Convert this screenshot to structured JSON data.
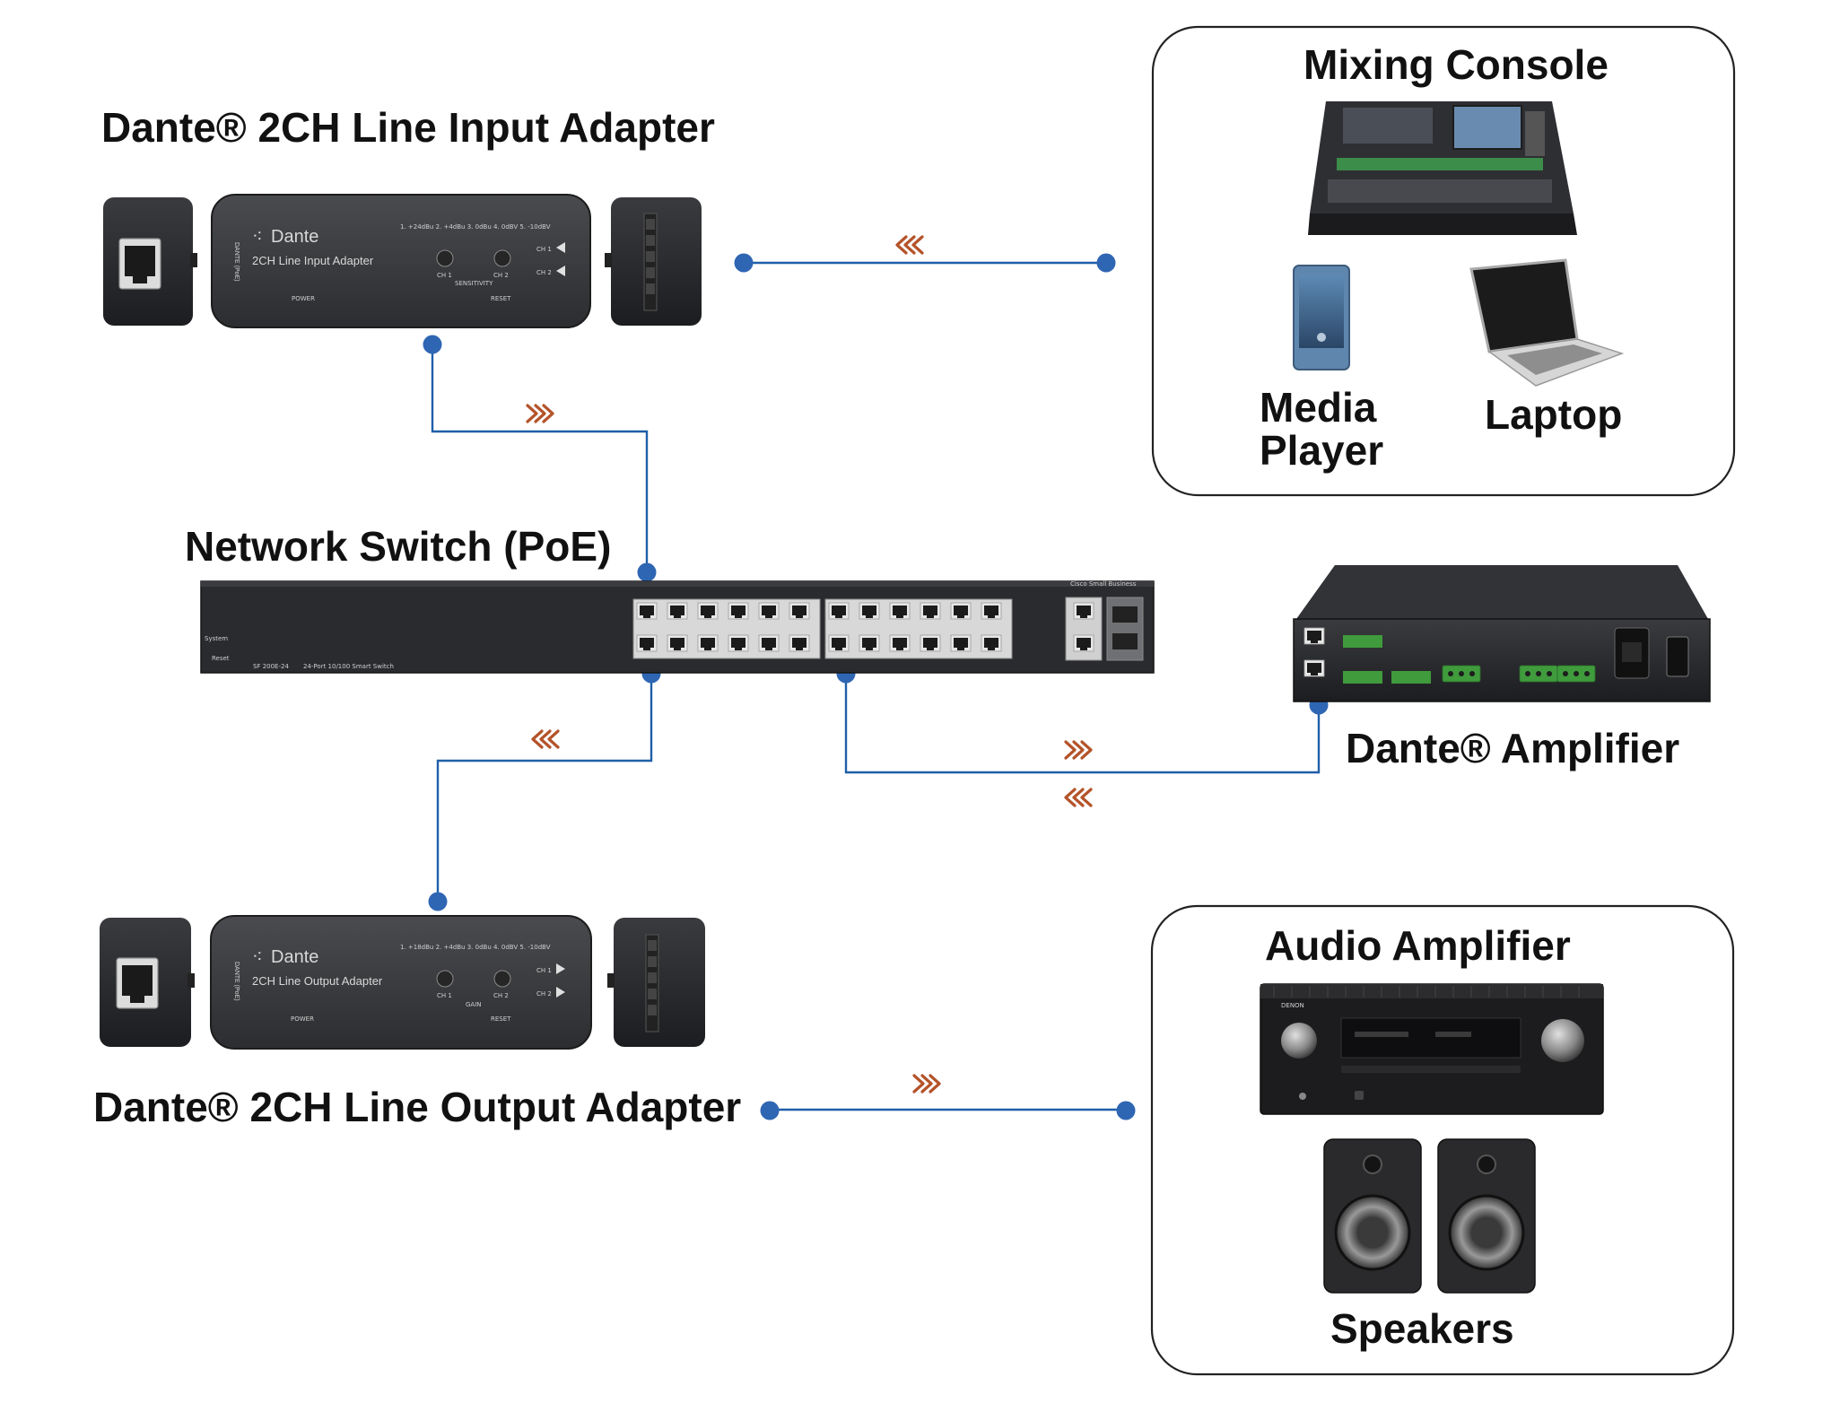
{
  "labels": {
    "input_adapter": "Dante® 2CH Line Input Adapter",
    "output_adapter": "Dante® 2CH Line Output Adapter",
    "network_switch": "Network Switch (PoE)",
    "dante_amplifier": "Dante® Amplifier",
    "mixing_console": "Mixing Console",
    "media_player_line1": "Media",
    "media_player_line2": "Player",
    "laptop": "Laptop",
    "audio_amplifier": "Audio Amplifier",
    "speakers": "Speakers"
  },
  "input_device": {
    "brand": "Dante",
    "model": "2CH Line Input Adapter",
    "side": "DANTE (PoE)",
    "levels": "1. +24dBu 2. +4dBu 3. 0dBu 4. 0dBV 5. -10dBV",
    "ch1": "CH 1",
    "ch2": "CH 2",
    "knob_label": "SENSITIVITY",
    "power": "POWER",
    "reset": "RESET"
  },
  "output_device": {
    "brand": "Dante",
    "model": "2CH Line Output Adapter",
    "side": "DANTE (PoE)",
    "levels": "1. +18dBu 2. +4dBu 3. 0dBu 4. 0dBV 5. -10dBV",
    "ch1": "CH 1",
    "ch2": "CH 2",
    "knob_label": "GAIN",
    "power": "POWER",
    "reset": "RESET"
  },
  "switch_device": {
    "brand": "Cisco Small Business",
    "model": "SF 200E-24",
    "desc": "24-Port 10/100 Smart Switch",
    "system": "System",
    "reset": "Reset"
  },
  "receiver_device": {
    "brand": "DENON"
  },
  "colors": {
    "wire": "#1f5fa8",
    "node": "#2f66b3",
    "arrow": "#b4532a",
    "device": "#3b3c3f",
    "frame": "#222222"
  }
}
